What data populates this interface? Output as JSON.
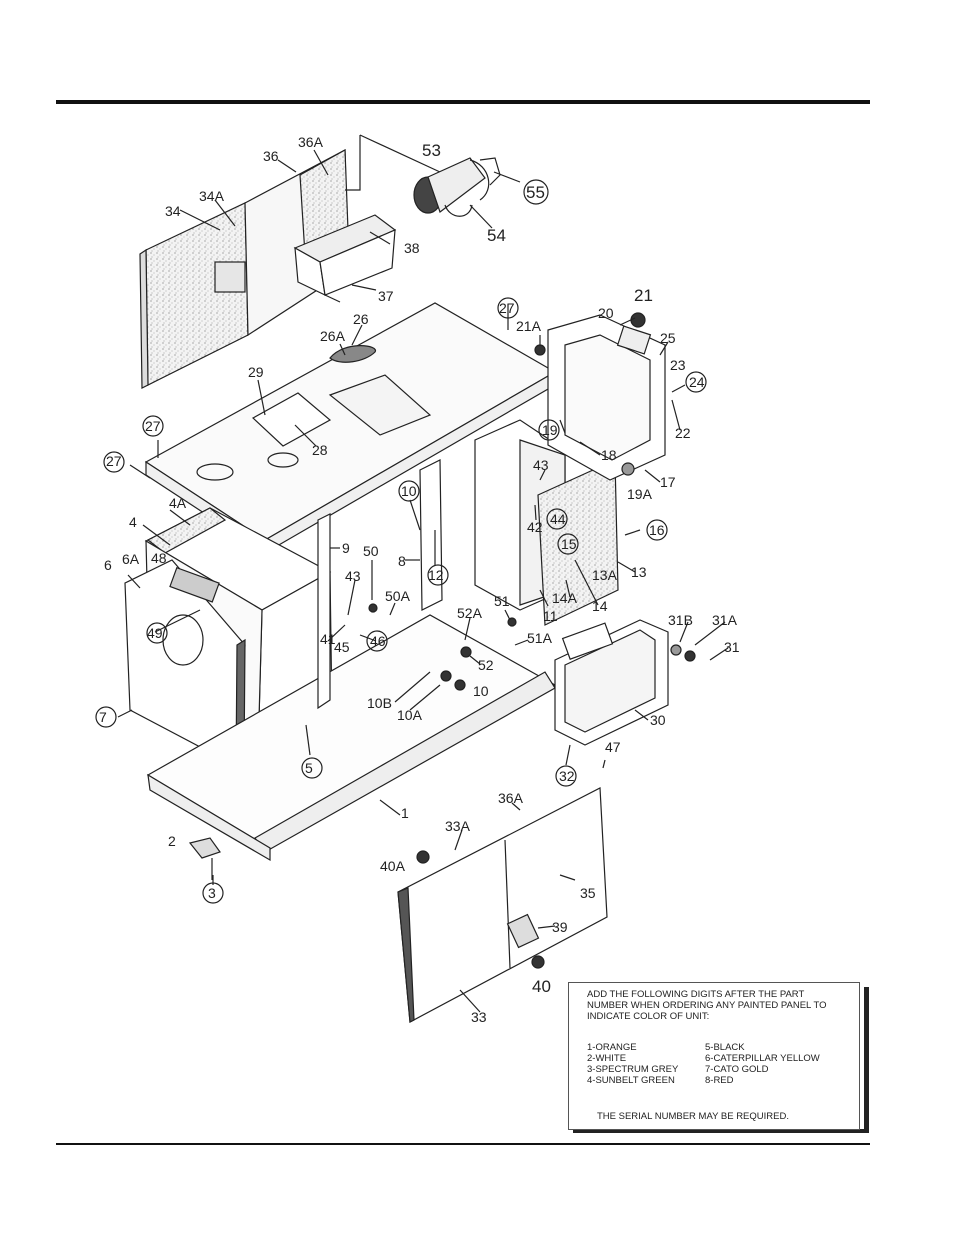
{
  "note": {
    "intro": "ADD THE FOLLOWING DIGITS AFTER THE PART NUMBER WHEN ORDERING ANY PAINTED PANEL TO INDICATE COLOR OF UNIT:",
    "colors_left": [
      "1-ORANGE",
      "2-WHITE",
      "3-SPECTRUM GREY",
      "4-SUNBELT GREEN"
    ],
    "colors_right": [
      "5-BLACK",
      "6-CATERPILLAR YELLOW",
      "7-CATO GOLD",
      "8-RED"
    ],
    "serial": "THE SERIAL NUMBER MAY BE REQUIRED."
  },
  "callouts": [
    "36A",
    "36",
    "34A",
    "34",
    "53",
    "55",
    "54",
    "38",
    "37",
    "27",
    "21A",
    "20",
    "21",
    "25",
    "26",
    "26A",
    "23",
    "24",
    "22",
    "29",
    "28",
    "19",
    "18",
    "17",
    "19A",
    "27",
    "27",
    "10",
    "43",
    "42",
    "44",
    "15",
    "16",
    "4A",
    "4",
    "13A",
    "13",
    "50",
    "9",
    "12",
    "6A",
    "48",
    "8",
    "6",
    "43",
    "50A",
    "51",
    "14A",
    "14",
    "11",
    "52A",
    "31B",
    "31A",
    "31",
    "49",
    "41",
    "46",
    "45",
    "51A",
    "52",
    "10",
    "10B",
    "10A",
    "30",
    "7",
    "5",
    "32",
    "47",
    "1",
    "36A",
    "33A",
    "2",
    "40A",
    "35",
    "3",
    "39",
    "40",
    "33"
  ]
}
